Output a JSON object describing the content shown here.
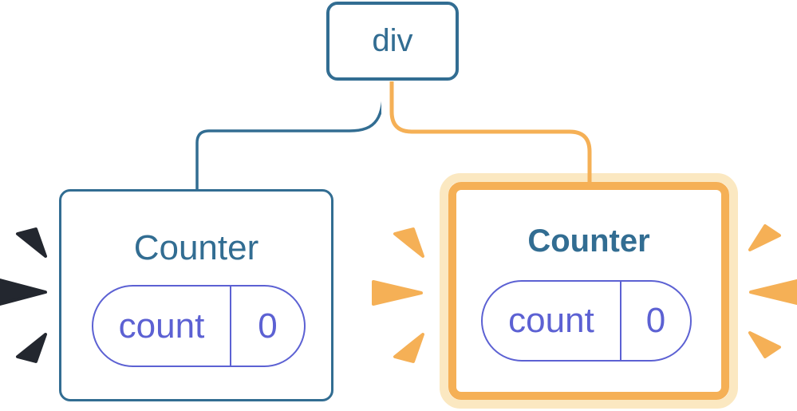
{
  "diagram": {
    "root_node": {
      "label": "div"
    },
    "children": [
      {
        "title": "Counter",
        "state": {
          "name": "count",
          "value": "0"
        },
        "highlighted": false
      },
      {
        "title": "Counter",
        "state": {
          "name": "count",
          "value": "0"
        },
        "highlighted": true
      }
    ]
  },
  "palette": {
    "steel_blue": "#326D92",
    "indigo": "#5C61D3",
    "orange": "#F5B056",
    "cream": "#FBE8C1",
    "navy_spark": "#23272F",
    "card_bg": "#FFFFFF"
  }
}
